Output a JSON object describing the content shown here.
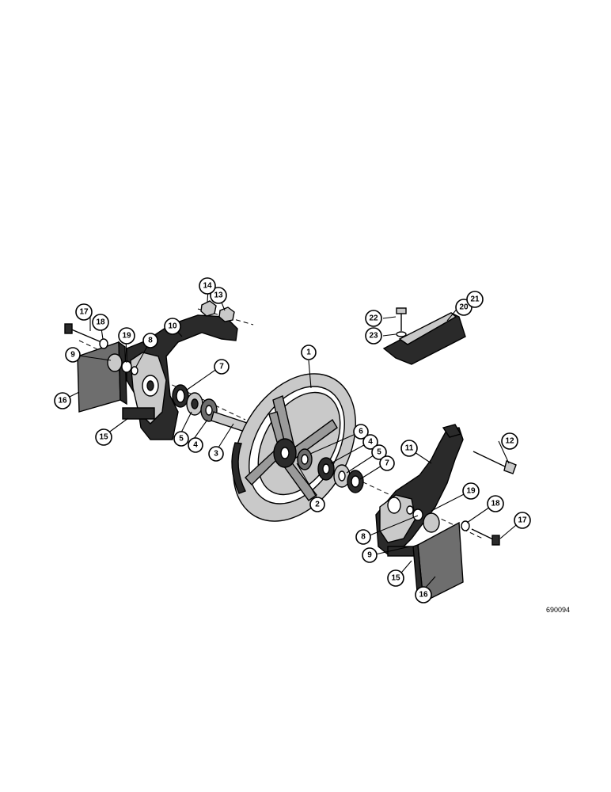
{
  "drawing_number": "690094",
  "callouts": {
    "c1": "1",
    "c2": "2",
    "c3": "3",
    "c4a": "4",
    "c4b": "4",
    "c5a": "5",
    "c5b": "5",
    "c6": "6",
    "c7a": "7",
    "c7b": "7",
    "c8a": "8",
    "c8b": "8",
    "c9a": "9",
    "c9b": "9",
    "c10": "10",
    "c11": "11",
    "c12": "12",
    "c13": "13",
    "c14": "14",
    "c15a": "15",
    "c15b": "15",
    "c16a": "16",
    "c16b": "16",
    "c17a": "17",
    "c17b": "17",
    "c18a": "18",
    "c18b": "18",
    "c19a": "19",
    "c19b": "19",
    "c20": "20",
    "c21": "21",
    "c22": "22",
    "c23": "23"
  }
}
